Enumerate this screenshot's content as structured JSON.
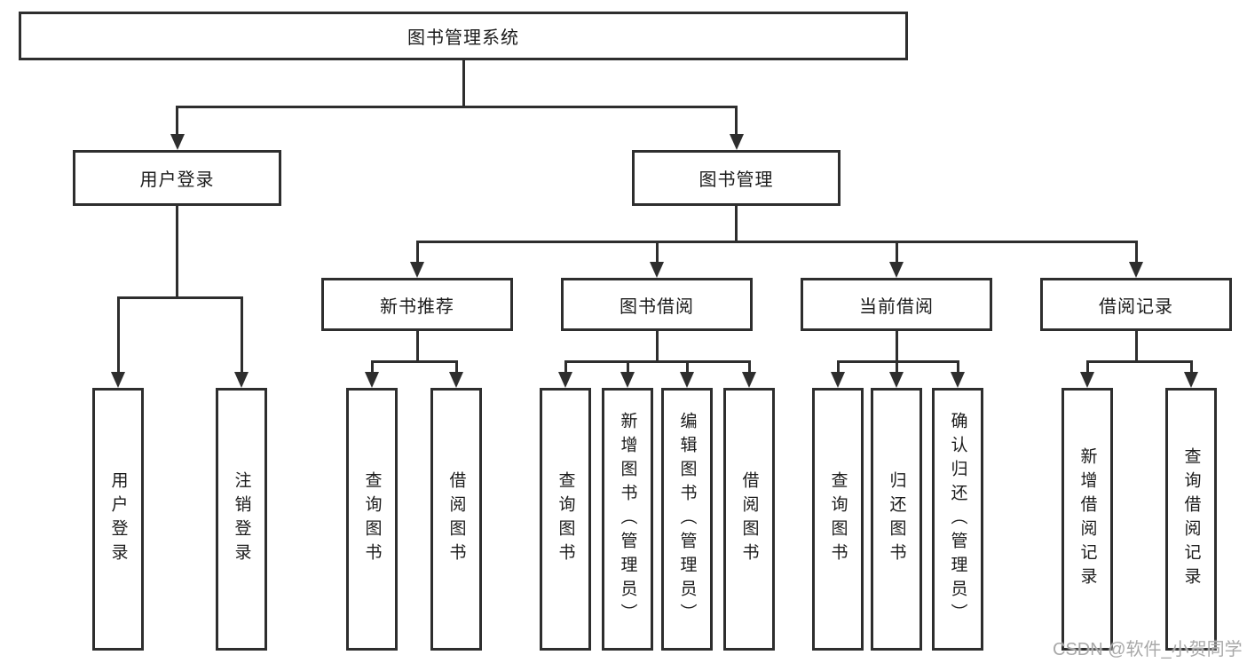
{
  "colors": {
    "line": "#2e2e2e",
    "text": "#1b1b1b",
    "watermark": "#a9a9a9",
    "background": "#ffffff"
  },
  "watermark": "CSDN @软件_小贺同学",
  "nodes": {
    "root": "图书管理系统",
    "user_login": "用户登录",
    "book_mgmt": "图书管理",
    "new_book_rec": "新书推荐",
    "book_borrow": "图书借阅",
    "current_borrow": "当前借阅",
    "borrow_records": "借阅记录",
    "leaf_user_login": "用户登录",
    "leaf_logout": "注销登录",
    "leaf_query_book_1": "查询图书",
    "leaf_borrow_book_1": "借阅图书",
    "leaf_query_book_2": "查询图书",
    "leaf_add_book": "新增图书（管理员）",
    "leaf_edit_book": "编辑图书（管理员）",
    "leaf_borrow_book_2": "借阅图书",
    "leaf_query_book_3": "查询图书",
    "leaf_return_book": "归还图书",
    "leaf_confirm_return": "确认归还（管理员）",
    "leaf_add_record": "新增借阅记录",
    "leaf_query_record": "查询借阅记录"
  }
}
